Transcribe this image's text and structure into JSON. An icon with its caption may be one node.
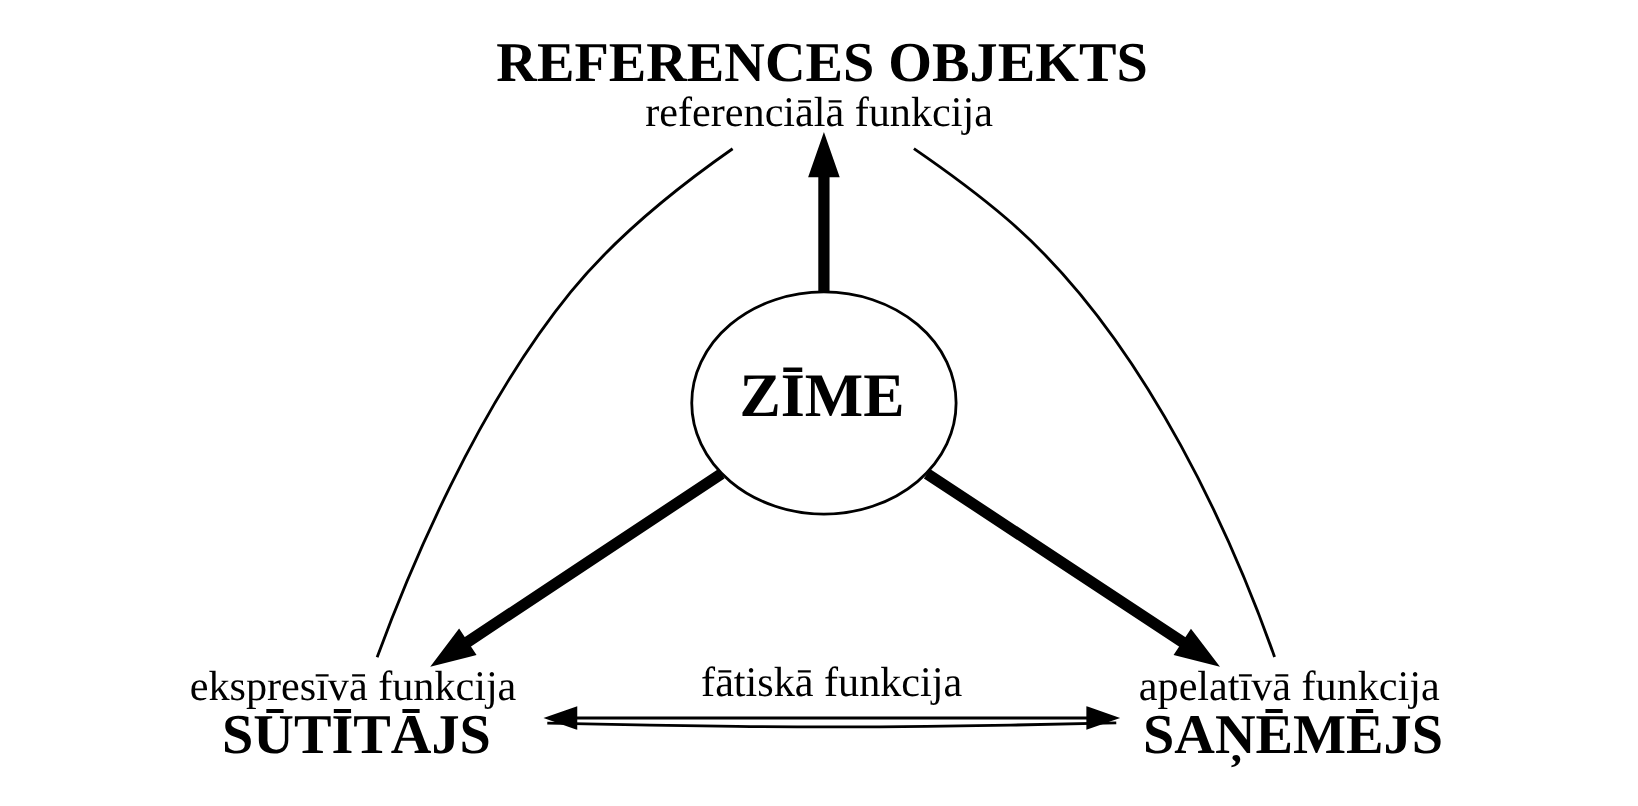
{
  "diagram": {
    "nodes": [
      {
        "text": [
          "REFERENCES OBJEKTS",
          "referenciālā funkcija"
        ]
      },
      {
        "text": [
          "ZĪME"
        ]
      },
      {
        "text": [
          "ekspresīvā funkcija",
          "SŪTĪTĀJS"
        ]
      },
      {
        "text": [
          "apelatīvā funkcija",
          "SAŅĒMĒJS"
        ]
      }
    ],
    "edges": [
      {
        "from": 0,
        "to": 2,
        "arrow": "none"
      },
      {
        "from": 0,
        "to": 3,
        "arrow": "none"
      },
      {
        "from": 2,
        "to": 3,
        "arrow": "none"
      },
      {
        "from": 1,
        "to": 0,
        "arrow": "to",
        "style": "thick"
      },
      {
        "from": 1,
        "to": 2,
        "arrow": "to",
        "style": "thick"
      },
      {
        "from": 1,
        "to": 3,
        "arrow": "to",
        "style": "thick"
      },
      {
        "from": 2,
        "to": 3,
        "arrow": "both",
        "label": "fātiskā funkcija"
      }
    ]
  }
}
